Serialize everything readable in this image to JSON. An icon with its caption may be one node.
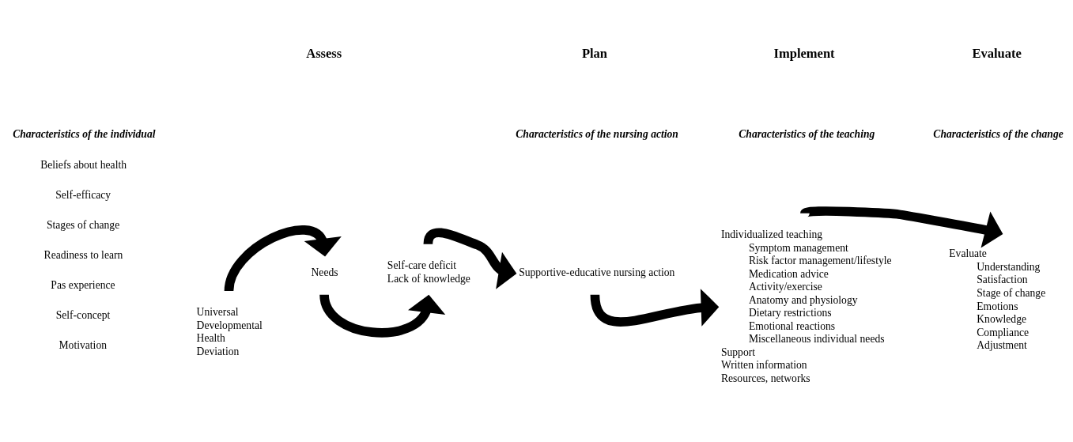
{
  "diagram": {
    "nodes": [
      {
        "text": [
          "Universal",
          "Developmental",
          "Health",
          "Deviation"
        ]
      },
      {
        "text": [
          "Needs"
        ]
      },
      {
        "text": [
          "Self-care deficit",
          "Lack of knowledge"
        ]
      },
      {
        "text": [
          "Supportive-educative nursing action"
        ]
      },
      {
        "text": [
          "Individualized teaching",
          "Symptom management",
          "Risk factor management/lifestyle",
          "Medication advice",
          "Activity/exercise",
          "Anatomy and physiology",
          "Dietary restrictions",
          "Emotional reactions",
          "Miscellaneous individual needs",
          "Support",
          "Written information",
          "Resources, networks"
        ]
      },
      {
        "text": [
          "Evaluate",
          "Understanding",
          "Satisfaction",
          "Stage of change",
          "Emotions",
          "Knowledge",
          "Compliance",
          "Adjustment"
        ]
      }
    ],
    "edges": [
      {
        "from": 0,
        "to": 1,
        "arrow": "to"
      },
      {
        "from": 1,
        "to": 2,
        "arrow": "to"
      },
      {
        "from": 2,
        "to": 3,
        "arrow": "to"
      },
      {
        "from": 3,
        "to": 4,
        "arrow": "to"
      },
      {
        "from": 4,
        "to": 5,
        "arrow": "to"
      }
    ],
    "labels": [
      "Assess",
      "Plan",
      "Implement",
      "Evaluate",
      "Characteristics of the individual",
      "Characteristics of the nursing action",
      "Characteristics of the teaching",
      "Characteristics of the change",
      "Beliefs about health",
      "Self-efficacy",
      "Stages of change",
      "Readiness to learn",
      "Pas experience",
      "Self-concept",
      "Motivation"
    ]
  }
}
